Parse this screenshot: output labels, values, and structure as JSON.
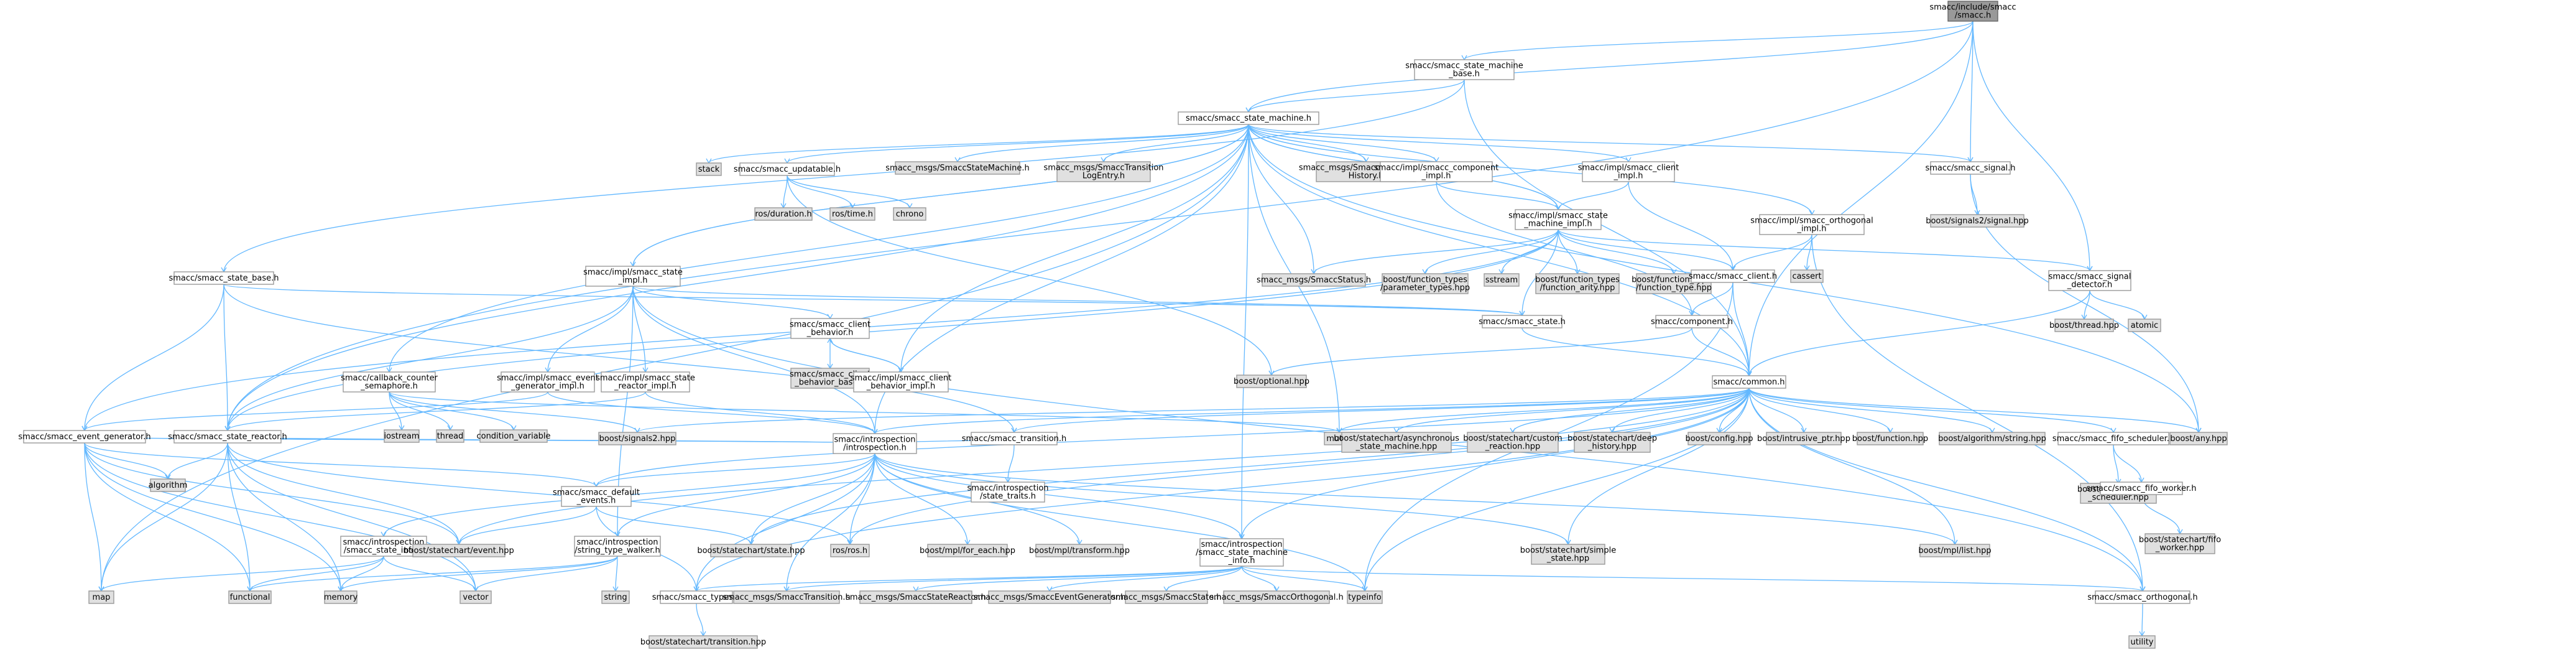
{
  "colors": {
    "edge": "#63b8ff",
    "root_fill": "#999999",
    "local_fill": "#ffffff",
    "external_fill": "#e0e0e0",
    "border": "#999999"
  },
  "nodes": [
    {
      "id": "root",
      "kind": "root",
      "lines": [
        "smacc/include/smacc",
        "/smacc.h"
      ]
    },
    {
      "id": "smb",
      "kind": "local",
      "lines": [
        "smacc/smacc_state_machine",
        "_base.h"
      ]
    },
    {
      "id": "sm",
      "kind": "local",
      "lines": [
        "smacc/smacc_state_machine.h"
      ]
    },
    {
      "id": "stack",
      "kind": "external",
      "lines": [
        "stack"
      ]
    },
    {
      "id": "upd",
      "kind": "local",
      "lines": [
        "smacc/smacc_updatable.h"
      ]
    },
    {
      "id": "msgSM",
      "kind": "external",
      "lines": [
        "smacc_msgs/SmaccStateMachine.h"
      ]
    },
    {
      "id": "msgTL",
      "kind": "external",
      "lines": [
        "smacc_msgs/SmaccTransition",
        "LogEntry.h"
      ]
    },
    {
      "id": "msgGTH",
      "kind": "external",
      "lines": [
        "smacc_msgs/SmaccGetTransition",
        "History.h"
      ]
    },
    {
      "id": "compImpl",
      "kind": "local",
      "lines": [
        "smacc/impl/smacc_component",
        "_impl.h"
      ]
    },
    {
      "id": "clientImpl",
      "kind": "local",
      "lines": [
        "smacc/impl/smacc_client",
        "_impl.h"
      ]
    },
    {
      "id": "signal",
      "kind": "local",
      "lines": [
        "smacc/smacc_signal.h"
      ]
    },
    {
      "id": "rosdur",
      "kind": "external",
      "lines": [
        "ros/duration.h"
      ]
    },
    {
      "id": "rostime",
      "kind": "external",
      "lines": [
        "ros/time.h"
      ]
    },
    {
      "id": "chrono",
      "kind": "external",
      "lines": [
        "chrono"
      ]
    },
    {
      "id": "smImpl",
      "kind": "local",
      "lines": [
        "smacc/impl/smacc_state",
        "_machine_impl.h"
      ]
    },
    {
      "id": "orthoImpl",
      "kind": "local",
      "lines": [
        "smacc/impl/smacc_orthogonal",
        "_impl.h"
      ]
    },
    {
      "id": "signals2",
      "kind": "external",
      "lines": [
        "boost/signals2/signal.hpp"
      ]
    },
    {
      "id": "stateBase",
      "kind": "local",
      "lines": [
        "smacc/smacc_state_base.h"
      ]
    },
    {
      "id": "stateImpl",
      "kind": "local",
      "lines": [
        "smacc/impl/smacc_state",
        "_impl.h"
      ]
    },
    {
      "id": "msgStatus",
      "kind": "external",
      "lines": [
        "smacc_msgs/SmaccStatus.h"
      ]
    },
    {
      "id": "ftParam",
      "kind": "external",
      "lines": [
        "boost/function_types",
        "/parameter_types.hpp"
      ]
    },
    {
      "id": "sstream",
      "kind": "external",
      "lines": [
        "sstream"
      ]
    },
    {
      "id": "ftArity",
      "kind": "external",
      "lines": [
        "boost/function_types",
        "/function_arity.hpp"
      ]
    },
    {
      "id": "ftType",
      "kind": "external",
      "lines": [
        "boost/function_types",
        "/function_type.hpp"
      ]
    },
    {
      "id": "client",
      "kind": "local",
      "lines": [
        "smacc/smacc_client.h"
      ]
    },
    {
      "id": "cassert",
      "kind": "external",
      "lines": [
        "cassert"
      ]
    },
    {
      "id": "sigDet",
      "kind": "local",
      "lines": [
        "smacc/smacc_signal",
        "_detector.h"
      ]
    },
    {
      "id": "clientBeh",
      "kind": "local",
      "lines": [
        "smacc/smacc_client",
        "_behavior.h"
      ]
    },
    {
      "id": "state",
      "kind": "local",
      "lines": [
        "smacc/smacc_state.h"
      ]
    },
    {
      "id": "component",
      "kind": "local",
      "lines": [
        "smacc/component.h"
      ]
    },
    {
      "id": "bthread",
      "kind": "external",
      "lines": [
        "boost/thread.hpp"
      ]
    },
    {
      "id": "atomic",
      "kind": "external",
      "lines": [
        "atomic"
      ]
    },
    {
      "id": "cbSem",
      "kind": "local",
      "lines": [
        "smacc/callback_counter",
        "_semaphore.h"
      ]
    },
    {
      "id": "evGenImpl",
      "kind": "local",
      "lines": [
        "smacc/impl/smacc_event",
        "_generator_impl.h"
      ]
    },
    {
      "id": "srImpl",
      "kind": "local",
      "lines": [
        "smacc/impl/smacc_state",
        "_reactor_impl.h"
      ]
    },
    {
      "id": "cbBase",
      "kind": "external",
      "lines": [
        "smacc/smacc_client",
        "_behavior_base.h"
      ]
    },
    {
      "id": "cbImpl",
      "kind": "local",
      "lines": [
        "smacc/impl/smacc_client",
        "_behavior_impl.h"
      ]
    },
    {
      "id": "optional",
      "kind": "external",
      "lines": [
        "boost/optional.hpp"
      ]
    },
    {
      "id": "common",
      "kind": "local",
      "lines": [
        "smacc/common.h"
      ]
    },
    {
      "id": "evGen",
      "kind": "local",
      "lines": [
        "smacc/smacc_event_generator.h"
      ]
    },
    {
      "id": "iostream",
      "kind": "external",
      "lines": [
        "iostream"
      ]
    },
    {
      "id": "thread",
      "kind": "external",
      "lines": [
        "thread"
      ]
    },
    {
      "id": "condvar",
      "kind": "external",
      "lines": [
        "condition_variable"
      ]
    },
    {
      "id": "bsignals2",
      "kind": "external",
      "lines": [
        "boost/signals2.hpp"
      ]
    },
    {
      "id": "mutex",
      "kind": "external",
      "lines": [
        "mutex"
      ]
    },
    {
      "id": "transition",
      "kind": "local",
      "lines": [
        "smacc/smacc_transition.h"
      ]
    },
    {
      "id": "scAsync",
      "kind": "external",
      "lines": [
        "boost/statechart/asynchronous",
        "_state_machine.hpp"
      ]
    },
    {
      "id": "scCustom",
      "kind": "external",
      "lines": [
        "boost/statechart/custom",
        "_reaction.hpp"
      ]
    },
    {
      "id": "scDeep",
      "kind": "external",
      "lines": [
        "boost/statechart/deep",
        "_history.hpp"
      ]
    },
    {
      "id": "bconfig",
      "kind": "external",
      "lines": [
        "boost/config.hpp"
      ]
    },
    {
      "id": "intrusive",
      "kind": "external",
      "lines": [
        "boost/intrusive_ptr.hpp"
      ]
    },
    {
      "id": "bfunction",
      "kind": "external",
      "lines": [
        "boost/function.hpp"
      ]
    },
    {
      "id": "balgo",
      "kind": "external",
      "lines": [
        "boost/algorithm/string.hpp"
      ]
    },
    {
      "id": "fifoSched",
      "kind": "local",
      "lines": [
        "smacc/smacc_fifo_scheduler.h"
      ]
    },
    {
      "id": "bany",
      "kind": "external",
      "lines": [
        "boost/any.hpp"
      ]
    },
    {
      "id": "reactor",
      "kind": "local",
      "lines": [
        "smacc/smacc_state_reactor.h"
      ]
    },
    {
      "id": "algorithm",
      "kind": "external",
      "lines": [
        "algorithm"
      ]
    },
    {
      "id": "intro",
      "kind": "local",
      "lines": [
        "smacc/introspection",
        "/introspection.h"
      ]
    },
    {
      "id": "traits",
      "kind": "local",
      "lines": [
        "smacc/introspection",
        "/state_traits.h"
      ]
    },
    {
      "id": "defEvents",
      "kind": "local",
      "lines": [
        "smacc/smacc_default",
        "_events.h"
      ]
    },
    {
      "id": "scFifo",
      "kind": "external",
      "lines": [
        "boost/statechart/fifo",
        "_scheduler.hpp"
      ]
    },
    {
      "id": "fifoWorker",
      "kind": "local",
      "lines": [
        "smacc/smacc_fifo_worker.h"
      ]
    },
    {
      "id": "scFifoW",
      "kind": "external",
      "lines": [
        "boost/statechart/fifo",
        "_worker.hpp"
      ]
    },
    {
      "id": "stInfo",
      "kind": "local",
      "lines": [
        "smacc/introspection",
        "/smacc_state_info.h"
      ]
    },
    {
      "id": "strWalker",
      "kind": "local",
      "lines": [
        "smacc/introspection",
        "/string_type_walker.h"
      ]
    },
    {
      "id": "scEvent",
      "kind": "external",
      "lines": [
        "boost/statechart/event.hpp"
      ]
    },
    {
      "id": "scState",
      "kind": "external",
      "lines": [
        "boost/statechart/state.hpp"
      ]
    },
    {
      "id": "rosh",
      "kind": "external",
      "lines": [
        "ros/ros.h"
      ]
    },
    {
      "id": "forEach",
      "kind": "external",
      "lines": [
        "boost/mpl/for_each.hpp"
      ]
    },
    {
      "id": "mplTrans",
      "kind": "external",
      "lines": [
        "boost/mpl/transform.hpp"
      ]
    },
    {
      "id": "smInfo",
      "kind": "local",
      "lines": [
        "smacc/introspection",
        "/smacc_state_machine",
        "_info.h"
      ]
    },
    {
      "id": "scSimple",
      "kind": "external",
      "lines": [
        "boost/statechart/simple",
        "_state.hpp"
      ]
    },
    {
      "id": "mplList",
      "kind": "external",
      "lines": [
        "boost/mpl/list.hpp"
      ]
    },
    {
      "id": "map",
      "kind": "external",
      "lines": [
        "map"
      ]
    },
    {
      "id": "functional",
      "kind": "external",
      "lines": [
        "functional"
      ]
    },
    {
      "id": "memory",
      "kind": "external",
      "lines": [
        "memory"
      ]
    },
    {
      "id": "vector",
      "kind": "external",
      "lines": [
        "vector"
      ]
    },
    {
      "id": "string",
      "kind": "external",
      "lines": [
        "string"
      ]
    },
    {
      "id": "types",
      "kind": "local",
      "lines": [
        "smacc/smacc_types.h"
      ]
    },
    {
      "id": "msgTrans",
      "kind": "external",
      "lines": [
        "smacc_msgs/SmaccTransition.h"
      ]
    },
    {
      "id": "msgSR",
      "kind": "external",
      "lines": [
        "smacc_msgs/SmaccStateReactor.h"
      ]
    },
    {
      "id": "msgEG",
      "kind": "external",
      "lines": [
        "smacc_msgs/SmaccEventGenerator.h"
      ]
    },
    {
      "id": "msgState",
      "kind": "external",
      "lines": [
        "smacc_msgs/SmaccState.h"
      ]
    },
    {
      "id": "msgOrtho",
      "kind": "external",
      "lines": [
        "smacc_msgs/SmaccOrthogonal.h"
      ]
    },
    {
      "id": "typeinfo",
      "kind": "external",
      "lines": [
        "typeinfo"
      ]
    },
    {
      "id": "ortho",
      "kind": "local",
      "lines": [
        "smacc/smacc_orthogonal.h"
      ]
    },
    {
      "id": "utility",
      "kind": "external",
      "lines": [
        "utility"
      ]
    },
    {
      "id": "scTrans",
      "kind": "external",
      "lines": [
        "boost/statechart/transition.hpp"
      ]
    }
  ]
}
